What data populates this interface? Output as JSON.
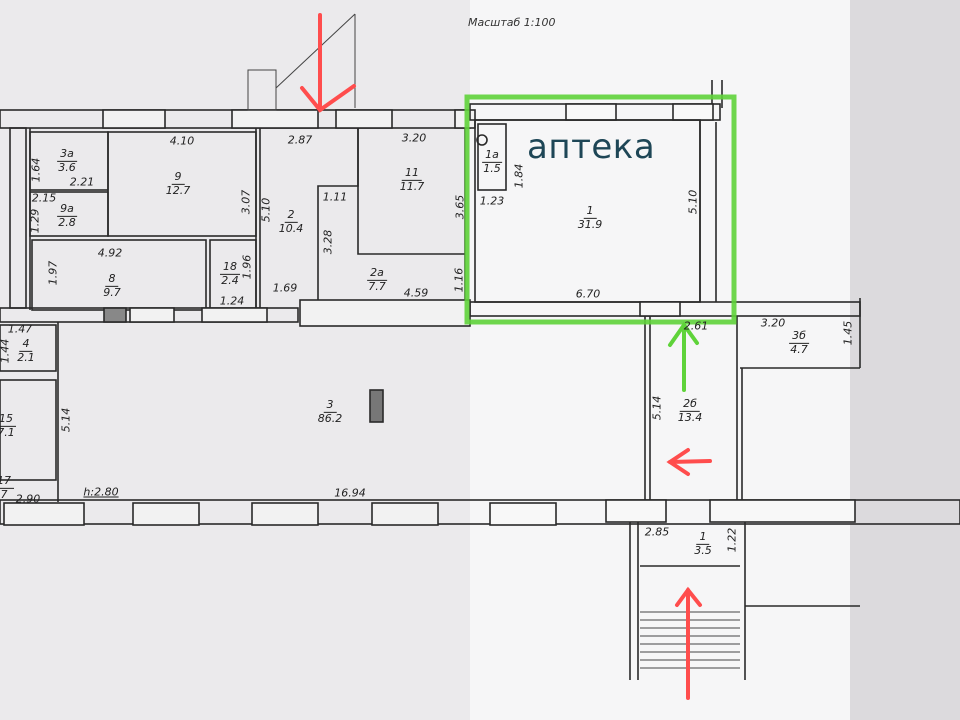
{
  "header": {
    "scale_label": "Масштаб 1:100"
  },
  "highlight": {
    "label": "аптека",
    "color": "#5fd33a"
  },
  "arrows": {
    "red": "#ff4d4d",
    "green": "#5fd33a"
  },
  "rooms": [
    {
      "num": "3а",
      "area": "3.6"
    },
    {
      "num": "9",
      "area": "12.7"
    },
    {
      "num": "9а",
      "area": "2.8"
    },
    {
      "num": "8",
      "area": "9.7"
    },
    {
      "num": "18",
      "area": "2.4"
    },
    {
      "num": "2",
      "area": "10.4"
    },
    {
      "num": "11",
      "area": "11.7"
    },
    {
      "num": "2а",
      "area": "7.7"
    },
    {
      "num": "1а",
      "area": "1.5"
    },
    {
      "num": "1",
      "area": "31.9"
    },
    {
      "num": "3",
      "area": "86.2"
    },
    {
      "num": "2б",
      "area": "13.4"
    },
    {
      "num": "3б",
      "area": "4.7"
    },
    {
      "num": "1",
      "area": "3.5"
    },
    {
      "num": "4",
      "area": "2.1"
    },
    {
      "num": "15",
      "area": "7.1"
    },
    {
      "num": "17",
      "area": "7"
    }
  ],
  "dimensions": [
    "4.10",
    "2.87",
    "3.20",
    "1.64",
    "2.21",
    "2.15",
    "1.29",
    "3.07",
    "5.10",
    "1.11",
    "3.28",
    "4.92",
    "1.97",
    "1.96",
    "1.24",
    "1.69",
    "4.59",
    "1.16",
    "3.65",
    "1.84",
    "1.23",
    "5.10",
    "6.70",
    "2.61",
    "3.20",
    "1.45",
    "5.14",
    "5.14",
    "1.47",
    "1.44",
    "h:2.80",
    "16.94",
    "2.90",
    "2.85",
    "1.22"
  ]
}
